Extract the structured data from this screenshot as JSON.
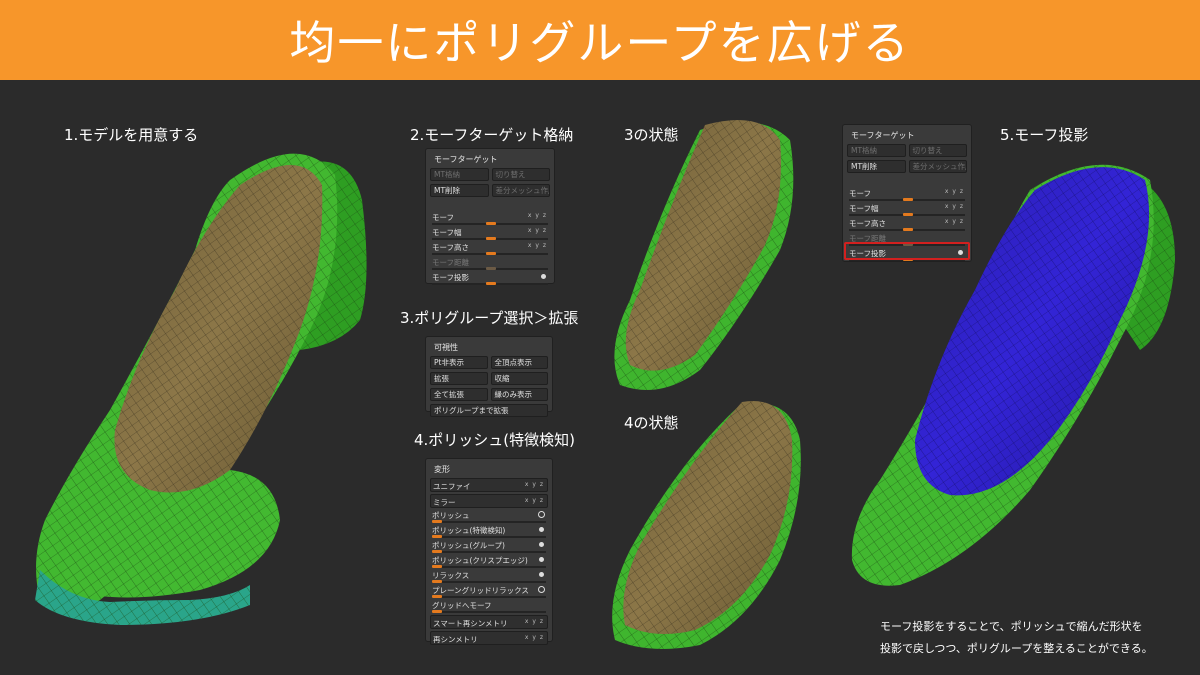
{
  "banner": {
    "title": "均一にポリグループを広げる",
    "color": "#f7962a"
  },
  "steps": {
    "step1": "1.モデルを用意する",
    "step2": "2.モーフターゲット格納",
    "step3_state": "3の状態",
    "step3": "3.ポリグループ選択＞拡張",
    "step4": "4.ポリッシュ(特徴検知)",
    "step4_state": "4の状態",
    "step5": "5.モーフ投影"
  },
  "morph_panel": {
    "title": "モーフターゲット",
    "buttons": [
      "MT格納",
      "切り替え",
      "MT削除",
      "差分メッシュ作成"
    ],
    "sliders": [
      "モーフ",
      "モーフ幅",
      "モーフ高さ",
      "モーフ距離",
      "モーフ投影"
    ]
  },
  "visibility_panel": {
    "title": "可視性",
    "buttons": [
      "Pt非表示",
      "全頂点表示",
      "拡張",
      "収縮",
      "全て拡張",
      "縁のみ表示",
      "ポリグループまで拡張"
    ]
  },
  "deform_panel": {
    "title": "変形",
    "sliders": [
      "ユニファイ",
      "ミラー",
      "ポリッシュ",
      "ポリッシュ(特徴検知)",
      "ポリッシュ(グループ)",
      "ポリッシュ(クリスプエッジ)",
      "リラックス",
      "プレーングリッドリラックス",
      "グリッドへモーフ",
      "スマート再シンメトリ",
      "再シンメトリ"
    ]
  },
  "xyz_label": "x y z",
  "note": {
    "line1": "モーフ投影をすることで、ポリッシュで縮んだ形状を",
    "line2": "投影で戻しつつ、ポリグループを整えることができる。"
  },
  "colors": {
    "green": "#3fb52e",
    "teal": "#28a58a",
    "tan": "#8a7545",
    "blue": "#2f22c8",
    "accent": "#e47a1e",
    "highlight": "#d2201f"
  }
}
